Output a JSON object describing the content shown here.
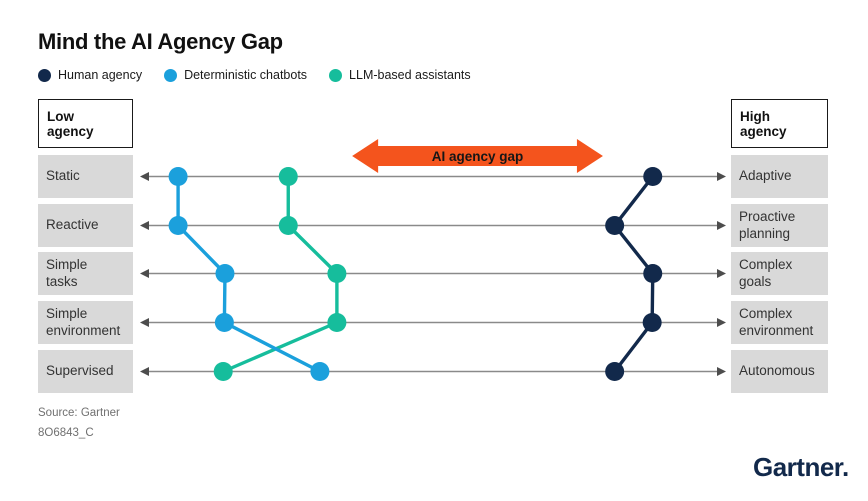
{
  "title": "Mind the AI Agency Gap",
  "palette": {
    "background": "#FFFFFF",
    "row_box": "#D9D9D9",
    "axis_line": "#8A8A8A",
    "axis_arrowhead": "#4D4D4D",
    "header_border": "#1A1A1A",
    "source_text": "#707070",
    "logo_navy": "#12294B",
    "annotation_orange": "#F4541D",
    "annotation_label_text": "#161616"
  },
  "chart_data": {
    "type": "line",
    "subtype": "horizontal-slope-profile",
    "title": "Mind the AI Agency Gap",
    "axis": {
      "label_low": "Low agency",
      "label_high": "High agency",
      "range_pct": [
        0,
        100
      ],
      "orientation": "horizontal rows, low agency at left, high agency at right, arrowheads both ends"
    },
    "categories_left": [
      "Static",
      "Reactive",
      "Simple\ntasks",
      "Simple\nenvironment",
      "Supervised"
    ],
    "categories_right": [
      "Adaptive",
      "Proactive\nplanning",
      "Complex\ngoals",
      "Complex\nenvironment",
      "Autonomous"
    ],
    "grid": false,
    "legend_position": "top-left",
    "series": [
      {
        "name": "Human agency",
        "color": "#12294B",
        "values_pct": [
          87.5,
          81.0,
          87.5,
          87.4,
          81.0
        ]
      },
      {
        "name": "Deterministic chatbots",
        "color": "#1BA0DC",
        "values_pct": [
          6.5,
          6.5,
          14.5,
          14.4,
          30.7
        ]
      },
      {
        "name": "LLM-based assistants",
        "color": "#16BD9C",
        "values_pct": [
          25.3,
          25.3,
          33.6,
          33.6,
          14.2
        ]
      }
    ],
    "annotation": {
      "label": "AI agency gap",
      "color": "#F4541D",
      "span_pct": [
        36.2,
        79.0
      ],
      "position": "double-headed arrow above first row"
    }
  },
  "source": {
    "line1": "Source: Gartner",
    "line2": "8O6843_C"
  },
  "brand": {
    "wordmark": "Gartner."
  }
}
